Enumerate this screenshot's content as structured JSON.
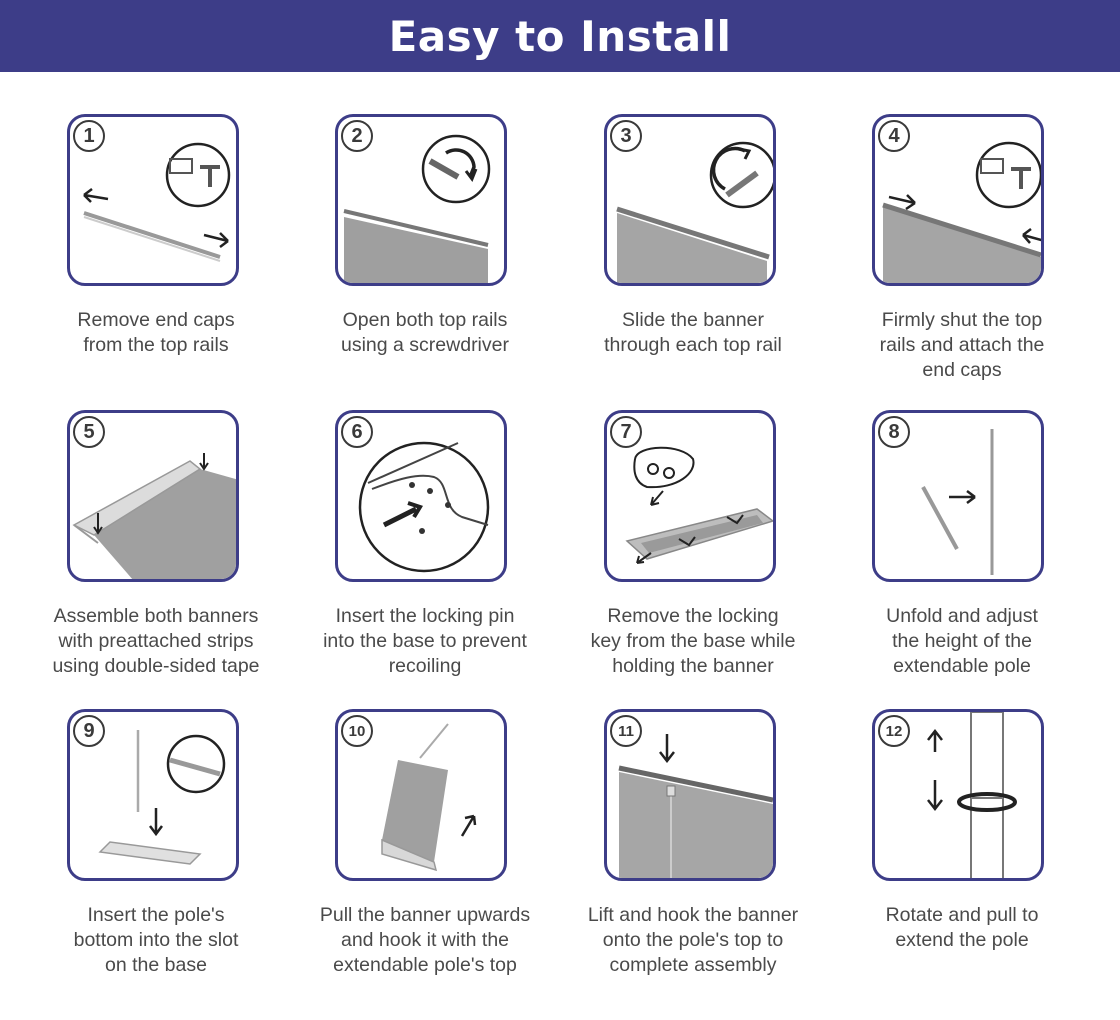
{
  "header": {
    "title": "Easy to Install"
  },
  "steps": [
    {
      "number": "1",
      "icon": "remove-end-caps-icon",
      "lines": [
        "Remove end caps",
        "from the top rails"
      ]
    },
    {
      "number": "2",
      "icon": "open-rails-icon",
      "lines": [
        "Open both top rails",
        "using a screwdriver"
      ]
    },
    {
      "number": "3",
      "icon": "slide-banner-icon",
      "lines": [
        "Slide the banner",
        "through each top rail"
      ]
    },
    {
      "number": "4",
      "icon": "attach-end-caps-icon",
      "lines": [
        "Firmly shut the top",
        "rails and attach the",
        "end caps"
      ]
    },
    {
      "number": "5",
      "icon": "assemble-banners-icon",
      "lines": [
        "Assemble both banners",
        "with preattached strips",
        "using double-sided tape"
      ]
    },
    {
      "number": "6",
      "icon": "locking-pin-icon",
      "lines": [
        "Insert the locking pin",
        "into the base to prevent",
        "recoiling"
      ]
    },
    {
      "number": "7",
      "icon": "locking-key-icon",
      "lines": [
        "Remove the locking",
        "key from the base while",
        "holding the banner"
      ]
    },
    {
      "number": "8",
      "icon": "unfold-pole-icon",
      "lines": [
        "Unfold and adjust",
        "the height of the",
        "extendable pole"
      ]
    },
    {
      "number": "9",
      "icon": "insert-pole-icon",
      "lines": [
        "Insert the pole's",
        "bottom into the slot",
        "on the base"
      ]
    },
    {
      "number": "10",
      "icon": "pull-banner-icon",
      "lines": [
        "Pull the banner upwards",
        "and hook it with the",
        "extendable pole's top"
      ]
    },
    {
      "number": "11",
      "icon": "hook-banner-icon",
      "lines": [
        "Lift and hook the banner",
        "onto the pole's top to",
        "complete assembly"
      ]
    },
    {
      "number": "12",
      "icon": "rotate-pole-icon",
      "lines": [
        "Rotate and pull to",
        "extend the pole"
      ]
    }
  ],
  "colors": {
    "accent": "#3d3d88",
    "text": "#4a4a4a",
    "illustration": "#9a9a9a"
  }
}
